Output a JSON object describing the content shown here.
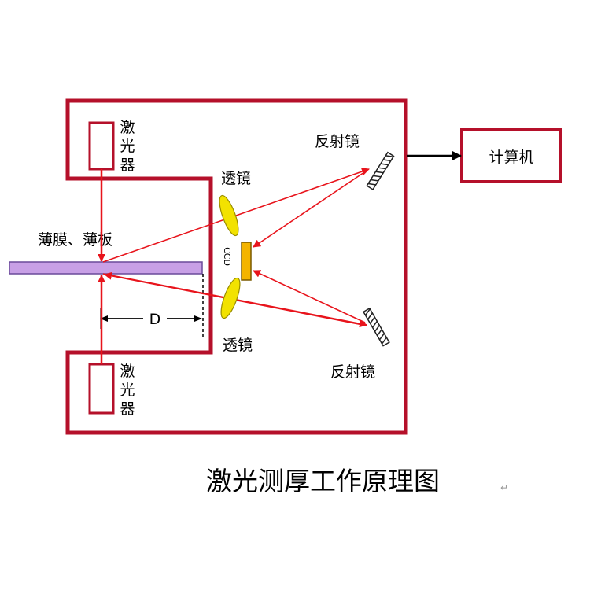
{
  "colors": {
    "frame": "#B5102A",
    "beam": "#E8141C",
    "film": "#C8A0E6",
    "film_stroke": "#6A4A9A",
    "lens": "#F2E200",
    "lens_stroke": "#9A8E00",
    "ccd": "#F4B400",
    "mirror": "#222222"
  },
  "labels": {
    "laser_top": [
      "激",
      "光",
      "器"
    ],
    "laser_bottom": [
      "激",
      "光",
      "器"
    ],
    "film": "薄膜、薄板",
    "lens_top": "透镜",
    "lens_bottom": "透镜",
    "ccd": "CCD",
    "mirror_top": "反射镜",
    "mirror_bottom": "反射镜",
    "distance": "D",
    "computer": "计算机"
  },
  "caption": "激光测厚工作原理图"
}
